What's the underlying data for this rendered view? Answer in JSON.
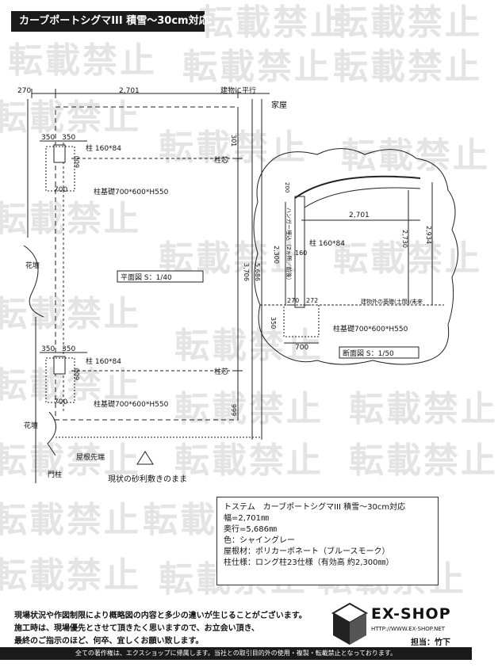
{
  "title": "カーブポートシグマIII 積雪～30cm対応",
  "watermark": "転載禁止",
  "plan": {
    "dim_top_left": "270",
    "dim_top_width": "2,701",
    "note_parallel": "建物に平行",
    "label_house": "家屋",
    "dim_pillar_left": "350",
    "dim_pillar_right": "350",
    "pillar_size_top": "柱 160*84",
    "pillar_size_bottom": "柱 160*84",
    "dim_600_top": "600",
    "dim_600_bottom": "600",
    "dim_700_top": "700",
    "dim_700_bottom": "700",
    "foundation_top": "柱基礎700*600*H550",
    "foundation_bottom": "柱基礎700*600*H550",
    "label_pillar_core_top": "柱芯",
    "label_pillar_core_bottom": "柱芯",
    "dim_right_top": "301",
    "dim_right_mid_a": "3,706",
    "dim_right_mid_b": "5,686",
    "dim_right_bottom": "999",
    "label_flowerbed_top": "花壇",
    "label_flowerbed_bottom": "花壇",
    "plan_title": "平面図 S：1/40",
    "label_roof_edge": "屋根先端",
    "label_gate": "門柱",
    "label_ground": "現状の砂利敷きのまま"
  },
  "section": {
    "dim_width": "2,701",
    "dim_height_a": "2,300",
    "dim_height_b": "2,730",
    "dim_height_c": "2,934",
    "dim_small": "160",
    "pillar_label": "柱 160*84",
    "vertical_note": "ハンガー埋込（2ヵ所／前後）",
    "vertical_note_2": "200",
    "dim_270": "270",
    "dim_272": "272",
    "dim_350": "350",
    "dim_700": "700",
    "ground_note": "建物外の基礎(土間)/未来",
    "foundation": "柱基礎700*600*H550",
    "section_title": "断面図 S：1/50"
  },
  "spec": {
    "line1": "トステム　カーブポートシグマIII 積雪～30cm対応",
    "line2": "幅=2,701㎜",
    "line3": "奥行=5,686㎜",
    "line4": "色：シャイングレー",
    "line5": "屋根材：ポリカーボネート（ブルースモーク）",
    "line6": "柱仕様：ロング柱23仕様（有効高 約2,300㎜）"
  },
  "notice": {
    "line1": "現場状況や作図制限により概略図の内容と多少の違いが生じることがございます。",
    "line2": "施工時は、現場優先とさせて頂きたく思いますので、お立会い頂き、",
    "line3": "最終のご指示のほど、何卒、宜しくお願い致します。"
  },
  "logo": {
    "brand": "EX-SHOP",
    "url": "HTTP://WWW.EX-SHOP.NET",
    "person": "担当：竹下"
  },
  "footer": "全ての著作権は、エクスショップに帰属します。当社との取引目的外の使用・複製・転載禁止となっております。"
}
